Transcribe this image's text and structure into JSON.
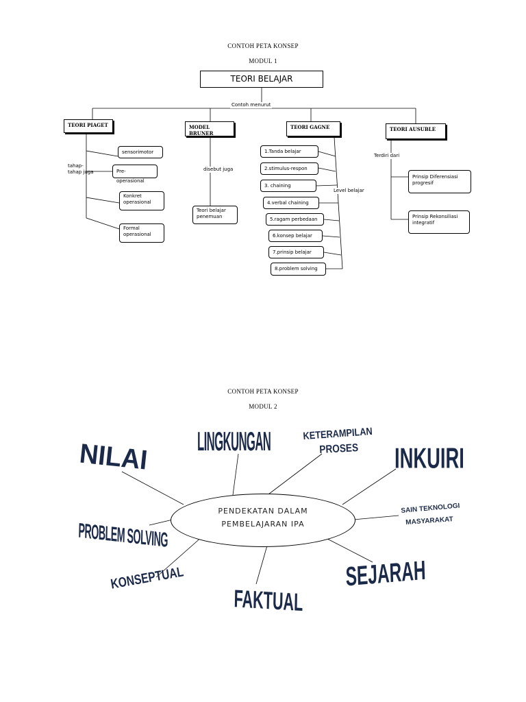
{
  "module1": {
    "heading": "CONTOH PETA KONSEP",
    "subheading": "MODUL 1",
    "root": "TEORI BELAJAR",
    "connector_label": "Contoh menurut",
    "branches": {
      "piaget": {
        "title": "TEORI PIAGET",
        "link_label": "tahap-tahap juga",
        "items": [
          "sensorimotor",
          "Pre-operasional",
          "Konkret operasional",
          "Formal operasional"
        ]
      },
      "bruner": {
        "title": "MODEL BRUNER",
        "link_label": "disebut juga",
        "items": [
          "Teori belajar penemuan"
        ]
      },
      "gagne": {
        "title": "TEORI GAGNE",
        "link_label": "Level belajar",
        "items": [
          "1.Tanda belajar",
          "2.stimulus-respon",
          "3. chaining",
          "4.verbal chaining",
          "5.ragam perbedaan",
          "6.konsep belajar",
          "7.prinsip belajar",
          "8.problem solving"
        ]
      },
      "ausuble": {
        "title": "TEORI AUSUBLE",
        "link_label": "Terdiri dari",
        "items": [
          "Prinsip Diferensiasi progresif",
          "Prinsip Rekonsiliasi integratif"
        ]
      }
    }
  },
  "module2": {
    "heading": "CONTOH PETA KONSEP",
    "subheading": "MODUL 2",
    "center_line1": "PENDEKATAN DALAM",
    "center_line2": "PEMBELAJARAN IPA",
    "words": {
      "nilai": "NILAI",
      "lingkungan": "LINGKUNGAN",
      "keterampilan1": "KETERAMPILAN",
      "keterampilan2": "PROSES",
      "inkuiri": "INKUIRI",
      "sain1": "SAIN TEKNOLOGI",
      "sain2": "MASYARAKAT",
      "sejarah": "SEJARAH",
      "faktual": "FAKTUAL",
      "konseptual": "KONSEPTUAL",
      "problem": "PROBLEM SOLVING"
    },
    "word_color": "#1c2a4a"
  }
}
